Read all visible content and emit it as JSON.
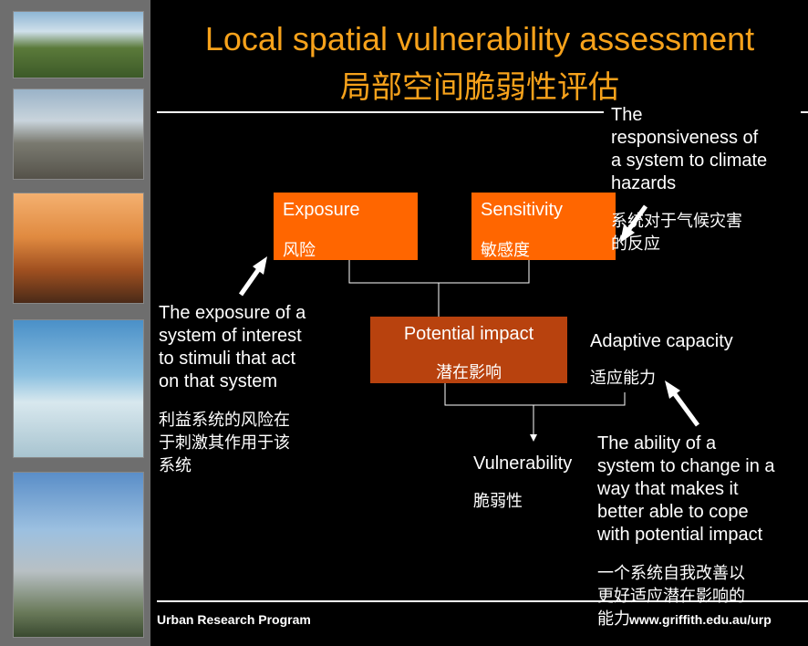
{
  "title": {
    "en": "Local spatial vulnerability assessment",
    "zh": "局部空间脆弱性评估"
  },
  "boxes": {
    "exposure": {
      "en": "Exposure",
      "zh": "风险"
    },
    "sensitivity": {
      "en": "Sensitivity",
      "zh": "敏感度"
    },
    "potential_impact": {
      "en": "Potential impact",
      "zh": "潜在影响"
    }
  },
  "adaptive_capacity": {
    "en": "Adaptive capacity",
    "zh": "适应能力"
  },
  "vulnerability": {
    "en": "Vulnerability",
    "zh": "脆弱性"
  },
  "notes": {
    "sensitivity_def": {
      "en": [
        "The",
        "responsiveness of",
        "a system to climate",
        "hazards"
      ],
      "zh": [
        "系统对于气候灾害",
        "的反应"
      ]
    },
    "exposure_def": {
      "en": [
        "The exposure of a",
        "system of interest",
        "to stimuli that act",
        "on that system"
      ],
      "zh": [
        "利益系统的风险在",
        "于刺激其作用于该",
        "系统"
      ]
    },
    "adaptive_def": {
      "en": [
        "The ability of a",
        "system to change in a",
        "way that makes it",
        "better able to cope",
        "with potential impact"
      ],
      "zh": [
        "一个系统自我改善以",
        "更好适应潜在影响的",
        "能力"
      ]
    }
  },
  "footer": {
    "left": "Urban Research Program",
    "right": "www.griffith.edu.au/urp"
  },
  "colors": {
    "title": "#f7a21b",
    "exposure_box": "#ff6600",
    "sensitivity_box": "#ff6600",
    "impact_box": "#b8420e"
  }
}
